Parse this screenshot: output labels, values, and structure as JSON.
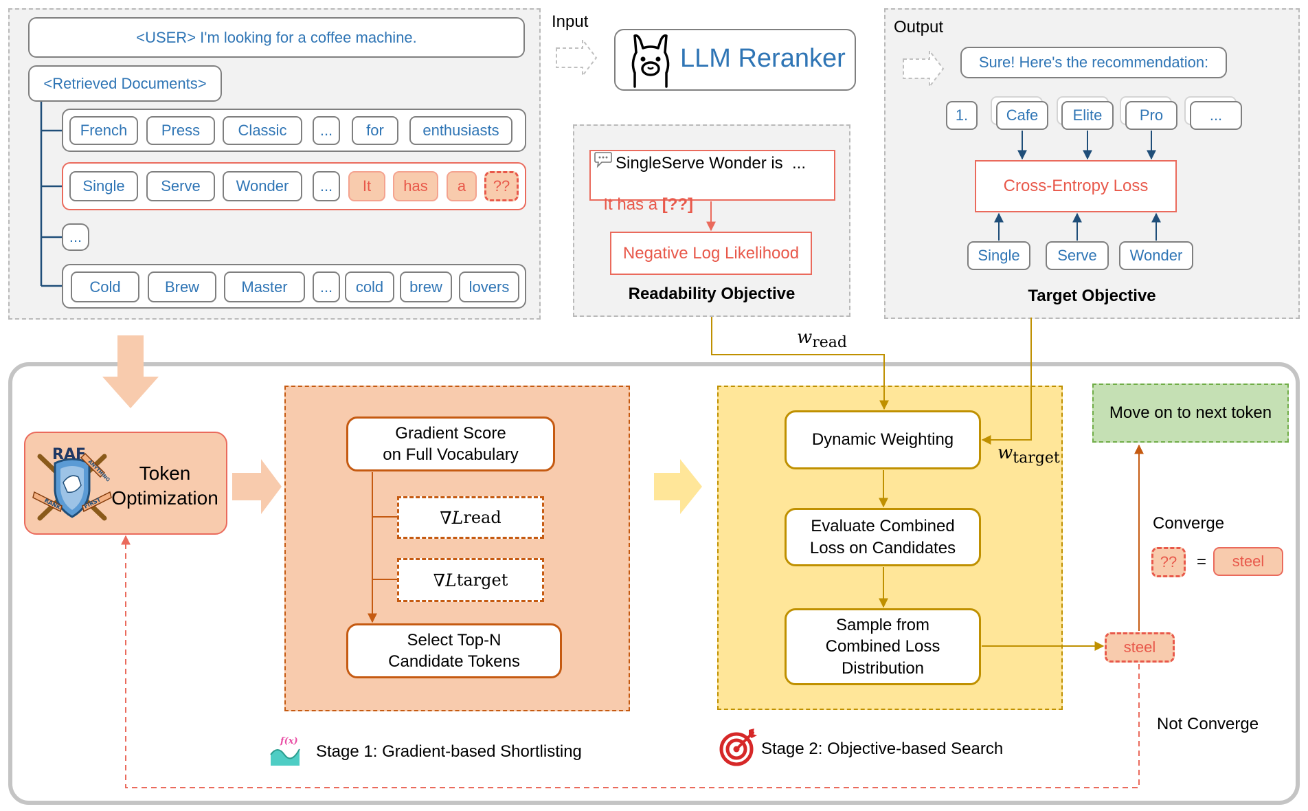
{
  "input_panel": {
    "input_label": "Input",
    "user_query": "<USER> I'm looking for a coffee machine.",
    "retrieved_label": "<Retrieved Documents>",
    "doc1_tokens": [
      "French",
      "Press",
      "Classic",
      "...",
      "for",
      "enthusiasts"
    ],
    "doc2_tokens": [
      "Single",
      "Serve",
      "Wonder",
      "..."
    ],
    "doc2_adv_tokens": [
      "It",
      "has",
      "a"
    ],
    "doc2_placeholder": "??",
    "doc_ellipsis": "...",
    "doc3_tokens": [
      "Cold",
      "Brew",
      "Master",
      "...",
      "cold",
      "brew",
      "lovers"
    ]
  },
  "reranker": {
    "name": "LLM Reranker"
  },
  "readability": {
    "doc_text": "SingleServe Wonder is  ...",
    "adv_prefix": "It has a ",
    "adv_placeholder": "[??]",
    "loss": "Negative Log Likelihood",
    "title": "Readability Objective"
  },
  "output_panel": {
    "output_label": "Output",
    "response": "Sure! Here's the recommendation:",
    "rank": "1.",
    "candidates": [
      "Cafe",
      "Elite",
      "Pro",
      "..."
    ],
    "loss": "Cross-Entropy Loss",
    "targets": [
      "Single",
      "Serve",
      "Wonder"
    ],
    "title": "Target Objective"
  },
  "weights": {
    "w_read_base": "w",
    "w_read_sub": "read",
    "w_target_base": "w",
    "w_target_sub": "target"
  },
  "main": {
    "logo_text": "RAF",
    "logo_ribbon_a": "RANK",
    "logo_ribbon_b": "FIRST",
    "logo_ribbon_c": "ANYTHING",
    "token_opt_line1": "Token",
    "token_opt_line2": "Optimization",
    "stage1": {
      "gradient_score_line1": "Gradient Score",
      "gradient_score_line2": "on Full Vocabulary",
      "grad_read_sym": "∇L",
      "grad_read_sub": "read",
      "grad_target_sym": "∇L",
      "grad_target_sub": "target",
      "select_line1": "Select Top-N",
      "select_line2": "Candidate Tokens",
      "caption": "Stage 1: Gradient-based Shortlisting",
      "icon_label": "f(x)"
    },
    "stage2": {
      "dynamic": "Dynamic Weighting",
      "evaluate_line1": "Evaluate Combined",
      "evaluate_line2": "Loss on Candidates",
      "sample_line1": "Sample from",
      "sample_line2": "Combined Loss",
      "sample_line3": "Distribution",
      "caption": "Stage 2: Objective-based Search"
    },
    "steel": "steel",
    "move_on": "Move on to next token",
    "converge": "Converge",
    "placeholder": "??",
    "equals": "=",
    "steel_result": "steel",
    "not_converge": "Not Converge"
  },
  "colors": {
    "blue_text": "#2f75b5",
    "red_accent": "#e8584a",
    "orange_stage": "#f8cbad",
    "gold_stage": "#ffe699",
    "green_next": "#c5e0b4"
  }
}
